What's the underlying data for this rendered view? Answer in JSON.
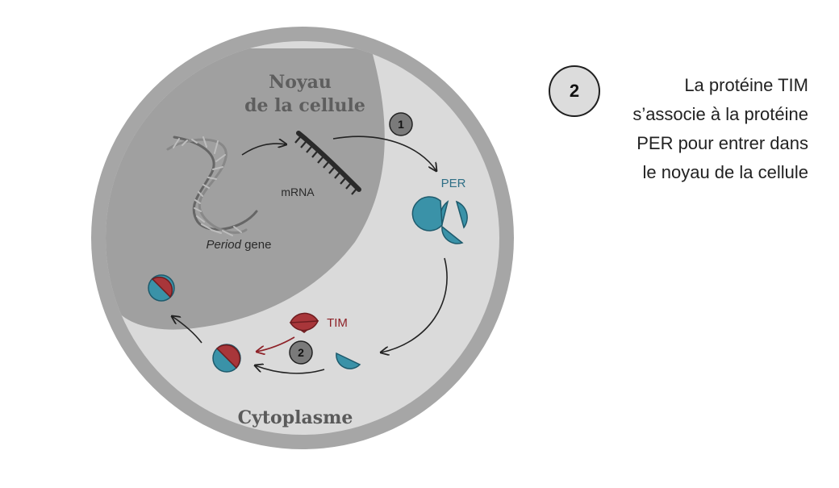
{
  "step": {
    "number": "2",
    "caption_lines": [
      "La protéine TIM",
      "s’associe à la protéine",
      "PER pour entrer dans",
      "le noyau de la cellule"
    ]
  },
  "diagram": {
    "nucleus_label_line1": "Noyau",
    "nucleus_label_line2": "de la cellule",
    "cytoplasm_label": "Cytoplasme",
    "gene_label_italic": "Period",
    "gene_label_rest": " gene",
    "mrna_label": "mRNA",
    "per_label": "PER",
    "tim_label": "TIM",
    "marker_1": "1",
    "marker_2": "2"
  },
  "colors": {
    "per_blue": "#3a92a8",
    "tim_red": "#a8363a",
    "per_text": "#2f6f86",
    "tim_text": "#8e2228",
    "cell_outer": "#a6a6a6",
    "cytoplasm": "#dadada",
    "nucleus": "#a0a0a0"
  }
}
